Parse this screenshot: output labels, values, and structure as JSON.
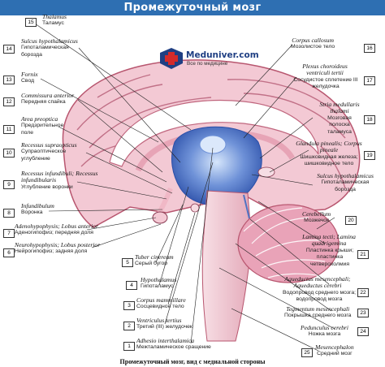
{
  "title": "Промежуточный мозг",
  "logo": {
    "brand": "Meduniver.com",
    "tagline": "Все по медицине"
  },
  "caption": "Промежуточный мозг, вид с медиальной стороны",
  "labels": [
    {
      "num": "15",
      "en": "Thalamus",
      "ru": "Таламус"
    },
    {
      "num": "14",
      "en": "Sulcus hypothalamicus",
      "ru": "Гипоталамическая борозда"
    },
    {
      "num": "13",
      "en": "Fornix",
      "ru": "Свод"
    },
    {
      "num": "12",
      "en": "Commissura anterior",
      "ru": "Передняя спайка"
    },
    {
      "num": "11",
      "en": "Area preoptica",
      "ru": "Предзрительное поле"
    },
    {
      "num": "10",
      "en": "Recessus supraopticus",
      "ru": "Супраоптическое углубление"
    },
    {
      "num": "9",
      "en": "Recessus infundibuli; Recessus infundibularis",
      "ru": "Углубление воронки"
    },
    {
      "num": "8",
      "en": "Infundibulum",
      "ru": "Воронка"
    },
    {
      "num": "7",
      "en": "Adenohypophysis; Lobus anterior",
      "ru": "Аденогипофиз; передняя доля"
    },
    {
      "num": "6",
      "en": "Neurohypophysis; Lobus posterior",
      "ru": "Нейрогипофиз; задняя доля"
    },
    {
      "num": "5",
      "en": "Tuber cinereum",
      "ru": "Серый бугор"
    },
    {
      "num": "4",
      "en": "Hypothalamus",
      "ru": "Гипоталамус"
    },
    {
      "num": "3",
      "en": "Corpus mammillare",
      "ru": "Сосцевидное тело"
    },
    {
      "num": "2",
      "en": "Ventriculus tertius",
      "ru": "Третий (III) желудочек"
    },
    {
      "num": "1",
      "en": "Adhesio interthalamica",
      "ru": "Межталамическое сращение"
    },
    {
      "num": "16",
      "en": "Corpus callosum",
      "ru": "Мозолистое тело"
    },
    {
      "num": "17",
      "en": "Plexus choroideus ventriculi tertii",
      "ru": "Сосудистое сплетение III желудочка"
    },
    {
      "num": "18",
      "en": "Stria medullaris thalami",
      "ru": "Мозговая полоска таламуса"
    },
    {
      "num": "19",
      "en": "Glandula pinealis; Corpus pineale",
      "ru": "Шишковидная железа; шишковидное тело"
    },
    {
      "num": "",
      "en": "Sulcus hypothalamicus",
      "ru": "Гипоталамическая борозда"
    },
    {
      "num": "20",
      "en": "Cerebellum",
      "ru": "Мозжечок"
    },
    {
      "num": "21",
      "en": "Lamina tecti; Lamina quadrigemina",
      "ru": "Пластинка крыши; пластинка четверохолмия"
    },
    {
      "num": "22",
      "en": "Aqueductus mesencephali; Aqueductus cerebri",
      "ru": "Водопровод среднего мозга; водопровод мозга"
    },
    {
      "num": "23",
      "en": "Tegmentum mesencephali",
      "ru": "Покрышка среднего мозга"
    },
    {
      "num": "24",
      "en": "Pedunculus cerebri",
      "ru": "Ножка мозга"
    },
    {
      "num": "25",
      "en": "Mesencephalon",
      "ru": "Средний мозг"
    }
  ],
  "colors": {
    "banner": "#2e6fb2",
    "ventricle": "#4f73c4",
    "brain": "#f2c4cf",
    "logo_red": "#d42a2a"
  }
}
